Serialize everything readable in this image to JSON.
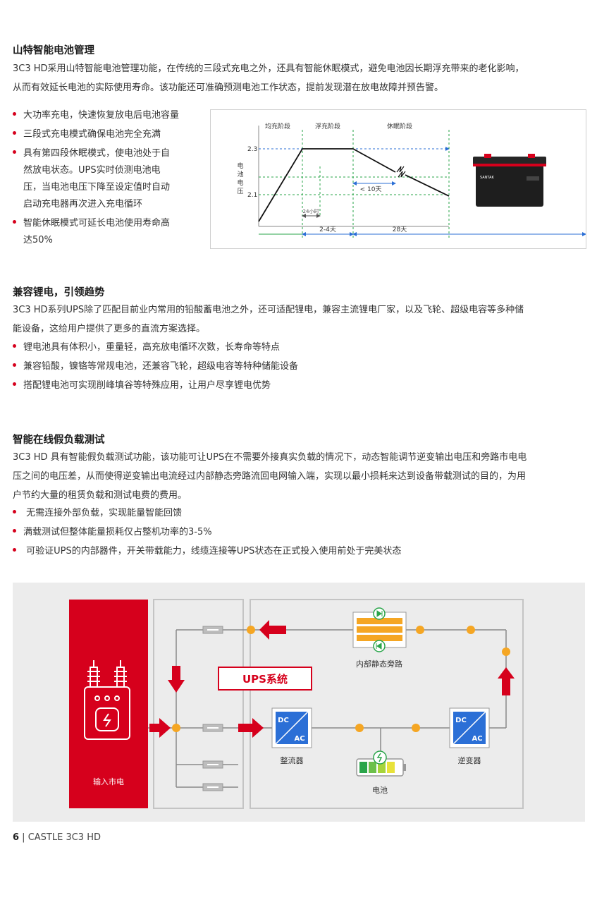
{
  "s1": {
    "title": "山特智能电池管理",
    "paragraph": [
      "3C3 HD采用山特智能电池管理功能，在传统的三段式充电之外，还具有智能休眠模式，避免电池因长期浮充带来的老化影响，",
      "从而有效延长电池的实际使用寿命。该功能还可准确预测电池工作状态，提前发现潜在放电故障并预告警。"
    ],
    "bullets": [
      [
        "大功率充电，快速恢复放电后电池容量"
      ],
      [
        "三段式充电模式确保电池完全充满"
      ],
      [
        "具有第四段休眠模式，使电池处于自",
        "然放电状态。UPS实时侦测电池电",
        "压，当电池电压下降至设定值时自动",
        "启动充电器再次进入充电循环"
      ],
      [
        "智能休眠模式可延长电池使用寿命高",
        "达50%"
      ]
    ],
    "chart": {
      "phase1": "均充阶段",
      "phase2": "浮充阶段",
      "phase3": "休眠阶段",
      "ylabel": [
        "电",
        "池",
        "电",
        "压"
      ],
      "y_high": "2.3",
      "y_low": "2.1",
      "short_label": "24小时",
      "lt10": "< 10天",
      "dur1": "2-4天",
      "dur2": "28天",
      "battery_brand": "SANTAK"
    }
  },
  "s2": {
    "title": "兼容锂电，引领趋势",
    "paragraph": [
      "3C3 HD系列UPS除了匹配目前业内常用的铅酸蓄电池之外，还可适配锂电，兼容主流锂电厂家，以及飞轮、超级电容等多种储",
      "能设备，这给用户提供了更多的直流方案选择。"
    ],
    "bullets": [
      "锂电池具有体积小，重量轻，高充放电循环次数，长寿命等特点",
      "兼容铅酸，镍铬等常规电池，还兼容飞轮，超级电容等特种储能设备",
      "搭配锂电池可实现削峰填谷等特殊应用，让用户尽享锂电优势"
    ]
  },
  "s3": {
    "title": "智能在线假负载测试",
    "paragraph": [
      "3C3 HD 具有智能假负载测试功能，该功能可让UPS在不需要外接真实负载的情况下，动态智能调节逆变输出电压和旁路市电电",
      "压之间的电压差，从而使得逆变输出电流经过内部静态旁路流回电网输入端，实现以最小损耗来达到设备带载测试的目的，为用",
      "户节约大量的租赁负载和测试电费的费用。"
    ],
    "bullets": [
      " 无需连接外部负载，实现能量智能回馈",
      "满载测试但整体能量损耗仅占整机功率的3-5%",
      " 可验证UPS的内部器件，开关带载能力，线缆连接等UPS状态在正式投入使用前处于完美状态"
    ]
  },
  "diagram": {
    "input_label": "输入市电",
    "ups_label": "UPS系统",
    "bypass_label": "内部静态旁路",
    "rectifier_label": "整流器",
    "inverter_label": "逆变器",
    "battery_label": "电池",
    "dc": "DC",
    "ac": "AC"
  },
  "footer": {
    "page_number": "6",
    "separator": " | ",
    "product": "CASTLE 3C3 HD"
  },
  "colors": {
    "accent_red": "#d6001c",
    "green": "#2aa54a",
    "blue": "#2b6fd6",
    "orange": "#f5a623"
  }
}
